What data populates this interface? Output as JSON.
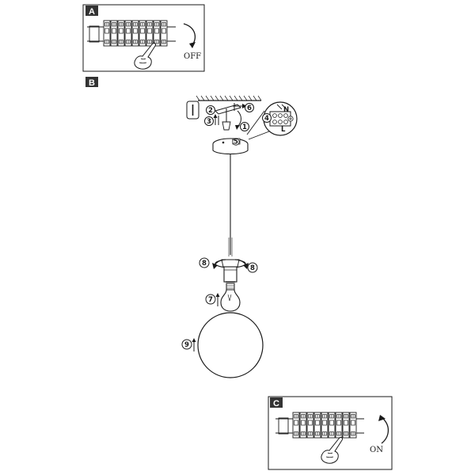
{
  "panels": {
    "a": {
      "tag": "A",
      "status": "OFF"
    },
    "b": {
      "tag": "B"
    },
    "c": {
      "tag": "C",
      "status": "ON"
    }
  },
  "steps": {
    "s1": "1",
    "s2": "2",
    "s3": "3",
    "s4": "4",
    "s5": "5",
    "s6": "6",
    "s7": "7",
    "s8": "8",
    "s9": "9"
  },
  "terminal_labels": {
    "n": "N",
    "l": "L"
  },
  "colors": {
    "ink": "#1a1a1a",
    "tag_fill": "#333333",
    "paper": "#ffffff"
  }
}
